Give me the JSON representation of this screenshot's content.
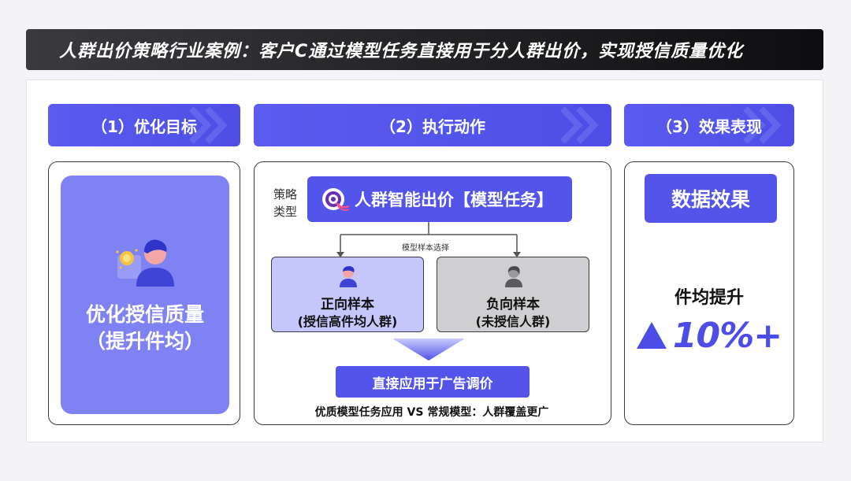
{
  "title": "人群出价策略行业案例：客户C通过模型任务直接用于分人群出价，实现授信质量优化",
  "sections": [
    {
      "label": "（1）优化目标"
    },
    {
      "label": "（2）执行动作"
    },
    {
      "label": "（3）效果表现"
    }
  ],
  "goal": {
    "icon": "user-gold-coin-icon",
    "line1": "优化授信质量",
    "line2": "（提升件均）"
  },
  "action": {
    "strategy_label_1": "策略",
    "strategy_label_2": "类型",
    "strategy_icon": "target-logo-icon",
    "strategy_name": "人群智能出价【模型任务】",
    "branch_label": "模型样本选择",
    "positive": {
      "icon": "person-blue-icon",
      "title": "正向样本",
      "sub": "(授信高件均人群)"
    },
    "negative": {
      "icon": "person-gray-icon",
      "title": "负向样本",
      "sub": "(未授信人群)"
    },
    "apply_label": "直接应用于广告调价",
    "compare": "优质模型任务应用 VS 常规模型：人群覆盖更广"
  },
  "result": {
    "title": "数据效果",
    "metric_label": "件均提升",
    "metric_icon": "up-triangle-icon",
    "metric_value": "10%+"
  },
  "colors": {
    "accent": "#5254ea",
    "goal_bg": "#7f82f3",
    "positive_bg": "#c5c6fb",
    "negative_bg": "#cfcfd2",
    "title_bg": "#1a1a1c"
  }
}
